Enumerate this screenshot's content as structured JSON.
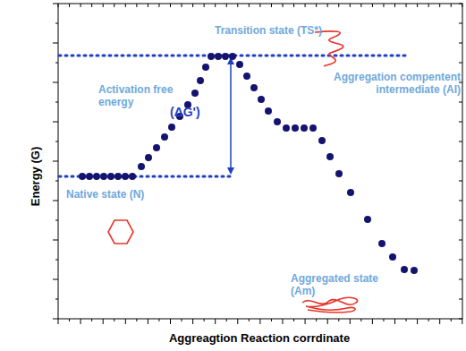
{
  "diagram": {
    "labels": [
      "Transition state (TS*)",
      "Activation free energy",
      "(ΔG')",
      "Aggregation compentent intermediate (AI)",
      "Native state (N)",
      "Aggregated state (Am)",
      "Energy (G)",
      "Aggreagtion Reaction corrdinate"
    ]
  }
}
